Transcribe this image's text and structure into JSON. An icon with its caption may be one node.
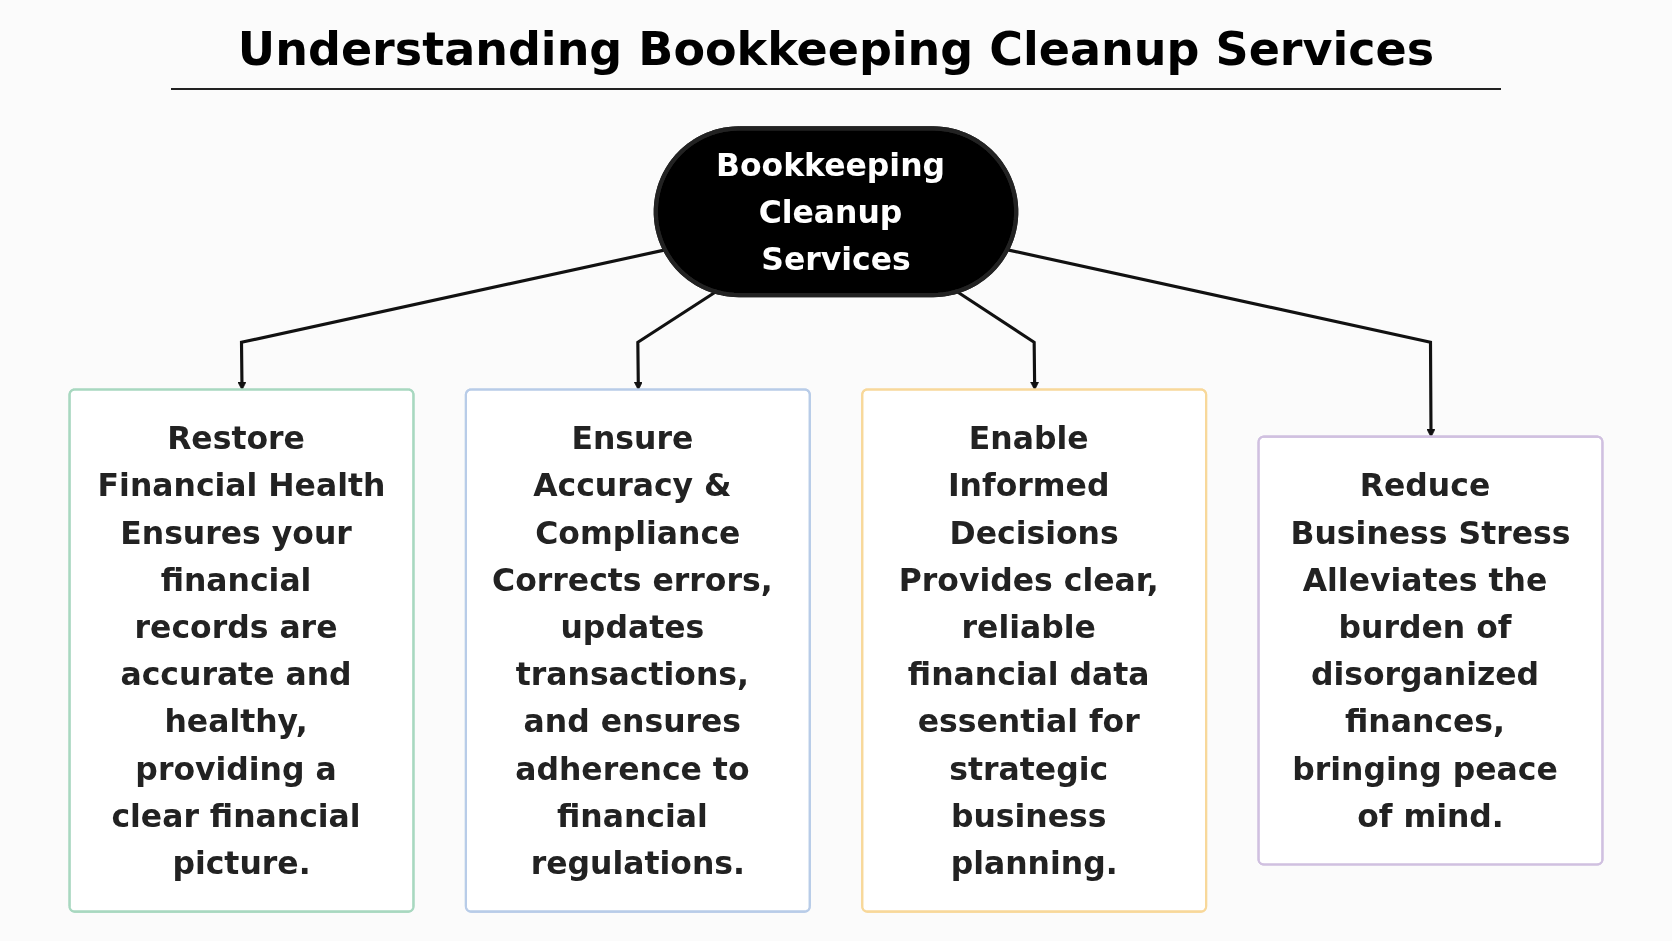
{
  "diagram": {
    "title": "Understanding Bookkeeping Cleanup Services",
    "nodes": [
      {
        "text": [
          "Bookkeeping Cleanup Services"
        ]
      },
      {
        "text": [
          "Restore Financial Health",
          "Ensures your financial records are accurate and healthy, providing a clear financial picture."
        ]
      },
      {
        "text": [
          "Ensure Accuracy & Compliance",
          "Corrects errors, updates transactions, and ensures adherence to financial regulations."
        ]
      },
      {
        "text": [
          "Enable Informed Decisions",
          "Provides clear, reliable financial data essential for strategic business planning."
        ]
      },
      {
        "text": [
          "Reduce Business Stress",
          "Alleviates the burden of disorganized finances, bringing peace of mind."
        ]
      }
    ],
    "edges": [
      {
        "from": 0,
        "to": 1,
        "arrow": "to"
      },
      {
        "from": 0,
        "to": 2,
        "arrow": "to"
      },
      {
        "from": 0,
        "to": 3,
        "arrow": "to"
      },
      {
        "from": 0,
        "to": 4,
        "arrow": "to"
      }
    ]
  }
}
